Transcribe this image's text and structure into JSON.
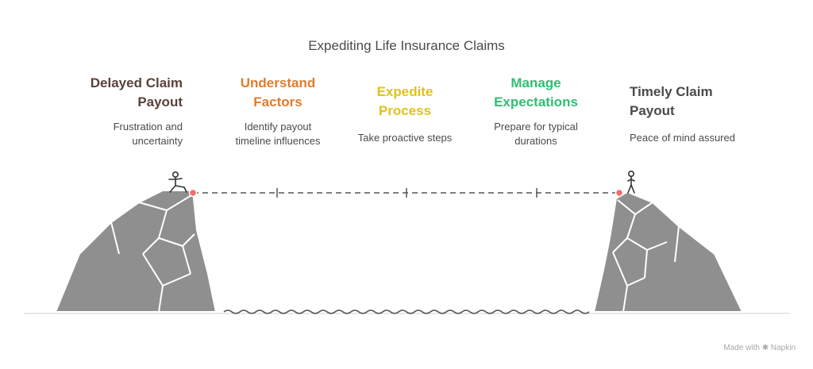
{
  "title": "Expediting Life Insurance Claims",
  "stages": [
    {
      "heading": "Delayed Claim Payout",
      "description": "Frustration and uncertainty",
      "color": "#5a4237"
    },
    {
      "heading": "Understand Factors",
      "description": "Identify payout timeline influences",
      "color": "#e07b2c"
    },
    {
      "heading": "Expedite Process",
      "description": "Take proactive steps",
      "color": "#e0c21e"
    },
    {
      "heading": "Manage Expectations",
      "description": "Prepare for typical durations",
      "color": "#2fbe74"
    },
    {
      "heading": "Timely Claim Payout",
      "description": "Peace of mind assured",
      "color": "#4a4a4a"
    }
  ],
  "colors": {
    "rock": "#8f8f8f",
    "rock_line": "#ffffff",
    "marker": "#f26d6d",
    "bridge": "#555555",
    "water": "#555555"
  },
  "watermark": "Made with ✱ Napkin"
}
